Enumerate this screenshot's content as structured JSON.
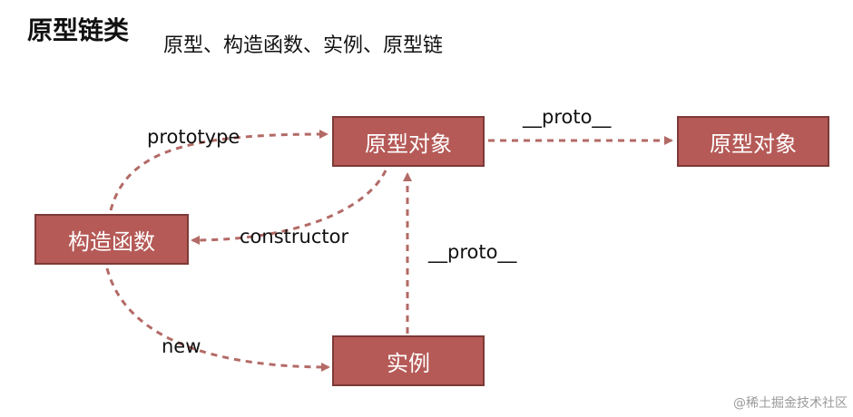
{
  "title": "原型链类",
  "subtitle": "原型、构造函数、实例、原型链",
  "nodes": {
    "proto_obj_1": "原型对象",
    "proto_obj_2": "原型对象",
    "constructor_fn": "构造函数",
    "instance": "实例"
  },
  "edges": {
    "prototype": "prototype",
    "proto_top": "__proto__",
    "constructor": "constructor",
    "proto_vertical": "__proto__",
    "new": "new"
  },
  "watermark": "@稀土掘金技术社区",
  "colors": {
    "node_fill": "#b55a57",
    "node_border": "#7d3a38",
    "arrow": "#b36a66"
  }
}
